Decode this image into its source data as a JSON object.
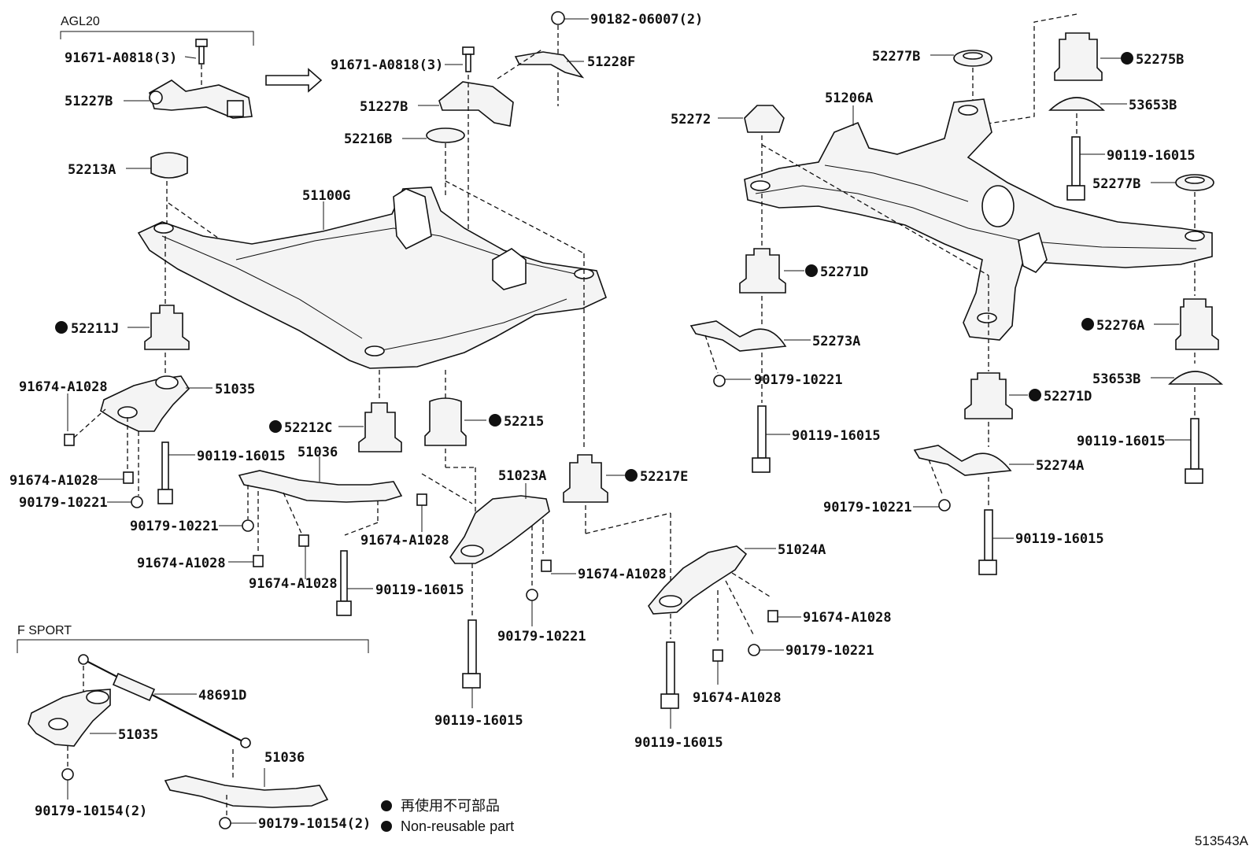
{
  "diagram": {
    "groups": {
      "agl20": "AGL20",
      "f_sport": "F SPORT"
    },
    "legend": {
      "jp": "再使用不可部品",
      "en": "Non-reusable part"
    },
    "ref_code": "513543A",
    "labels": {
      "p91671_a": "91671-A0818(3)",
      "p51227b_a": "51227B",
      "p91671_b": "91671-A0818(3)",
      "p51227b_b": "51227B",
      "p90182": "90182-06007(2)",
      "p51228f": "51228F",
      "p52216b": "52216B",
      "p52213a": "52213A",
      "p51100g": "51100G",
      "p52211j": "52211J",
      "p51035": "51035",
      "p91674_1": "91674-A1028",
      "p91674_2": "91674-A1028",
      "p90179_1": "90179-10221",
      "p90119_1": "90119-16015",
      "p52212c": "52212C",
      "p51036": "51036",
      "p90179_2": "90179-10221",
      "p91674_3": "91674-A1028",
      "p91674_4": "91674-A1028",
      "p90119_2": "90119-16015",
      "p52215": "52215",
      "p91674_5": "91674-A1028",
      "p51023a": "51023A",
      "p91674_6": "91674-A1028",
      "p90179_3": "90179-10221",
      "p90119_3": "90119-16015",
      "p52217e": "52217E",
      "p51024a": "51024A",
      "p91674_7": "91674-A1028",
      "p90179_4": "90179-10221",
      "p91674_8": "91674-A1028",
      "p90119_4": "90119-16015",
      "p52277b_1": "52277B",
      "p52275b": "52275B",
      "p51206a": "51206A",
      "p53653b_1": "53653B",
      "p52272": "52272",
      "p90119_5": "90119-16015",
      "p52277b_2": "52277B",
      "p52271d_1": "52271D",
      "p52273a": "52273A",
      "p90179_5": "90179-10221",
      "p90119_6": "90119-16015",
      "p52276a": "52276A",
      "p53653b_2": "53653B",
      "p52271d_2": "52271D",
      "p90119_7": "90119-16015",
      "p52274a": "52274A",
      "p90179_6": "90179-10221",
      "p90119_8": "90119-16015",
      "p48691d": "48691D",
      "p51035_f": "51035",
      "p51036_f": "51036",
      "p90179_f1": "90179-10154(2)",
      "p90179_f2": "90179-10154(2)"
    }
  }
}
